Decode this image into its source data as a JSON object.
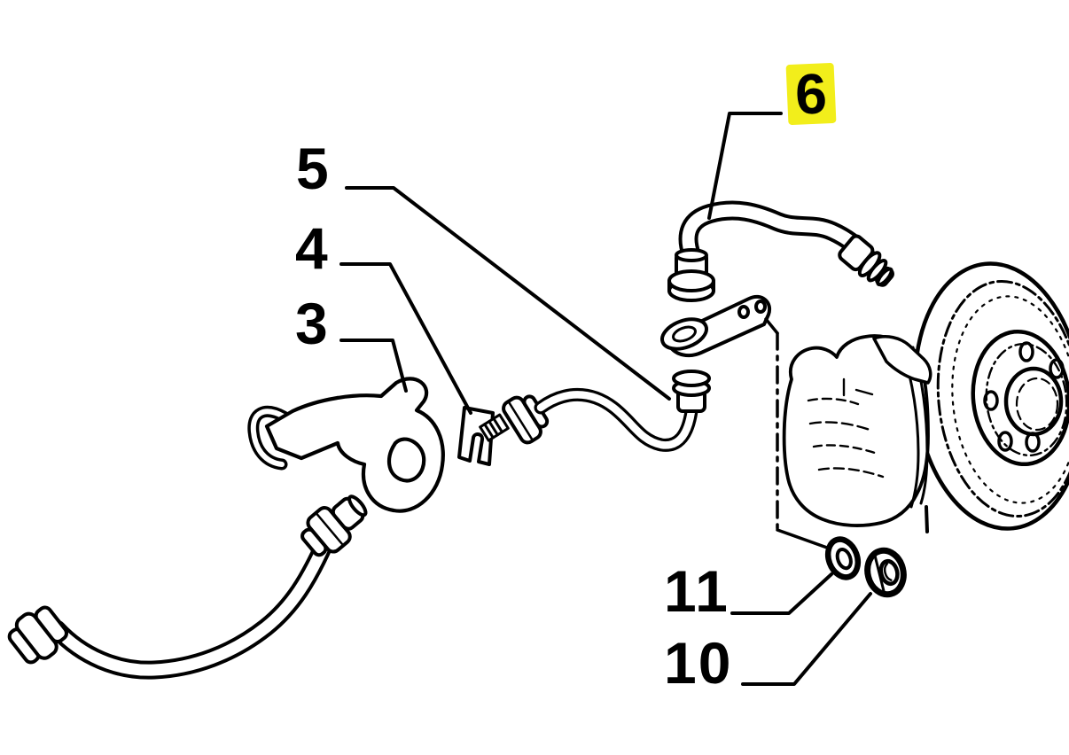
{
  "diagram": {
    "background_color": "#FFFFFF",
    "line_color": "#000000",
    "highlight_color": "#F2EE1B",
    "callouts": [
      {
        "id": "3",
        "label": "3",
        "highlighted": false
      },
      {
        "id": "4",
        "label": "4",
        "highlighted": false
      },
      {
        "id": "5",
        "label": "5",
        "highlighted": false
      },
      {
        "id": "6",
        "label": "6",
        "highlighted": true
      },
      {
        "id": "10",
        "label": "10",
        "highlighted": false
      },
      {
        "id": "11",
        "label": "11",
        "highlighted": false
      }
    ]
  }
}
